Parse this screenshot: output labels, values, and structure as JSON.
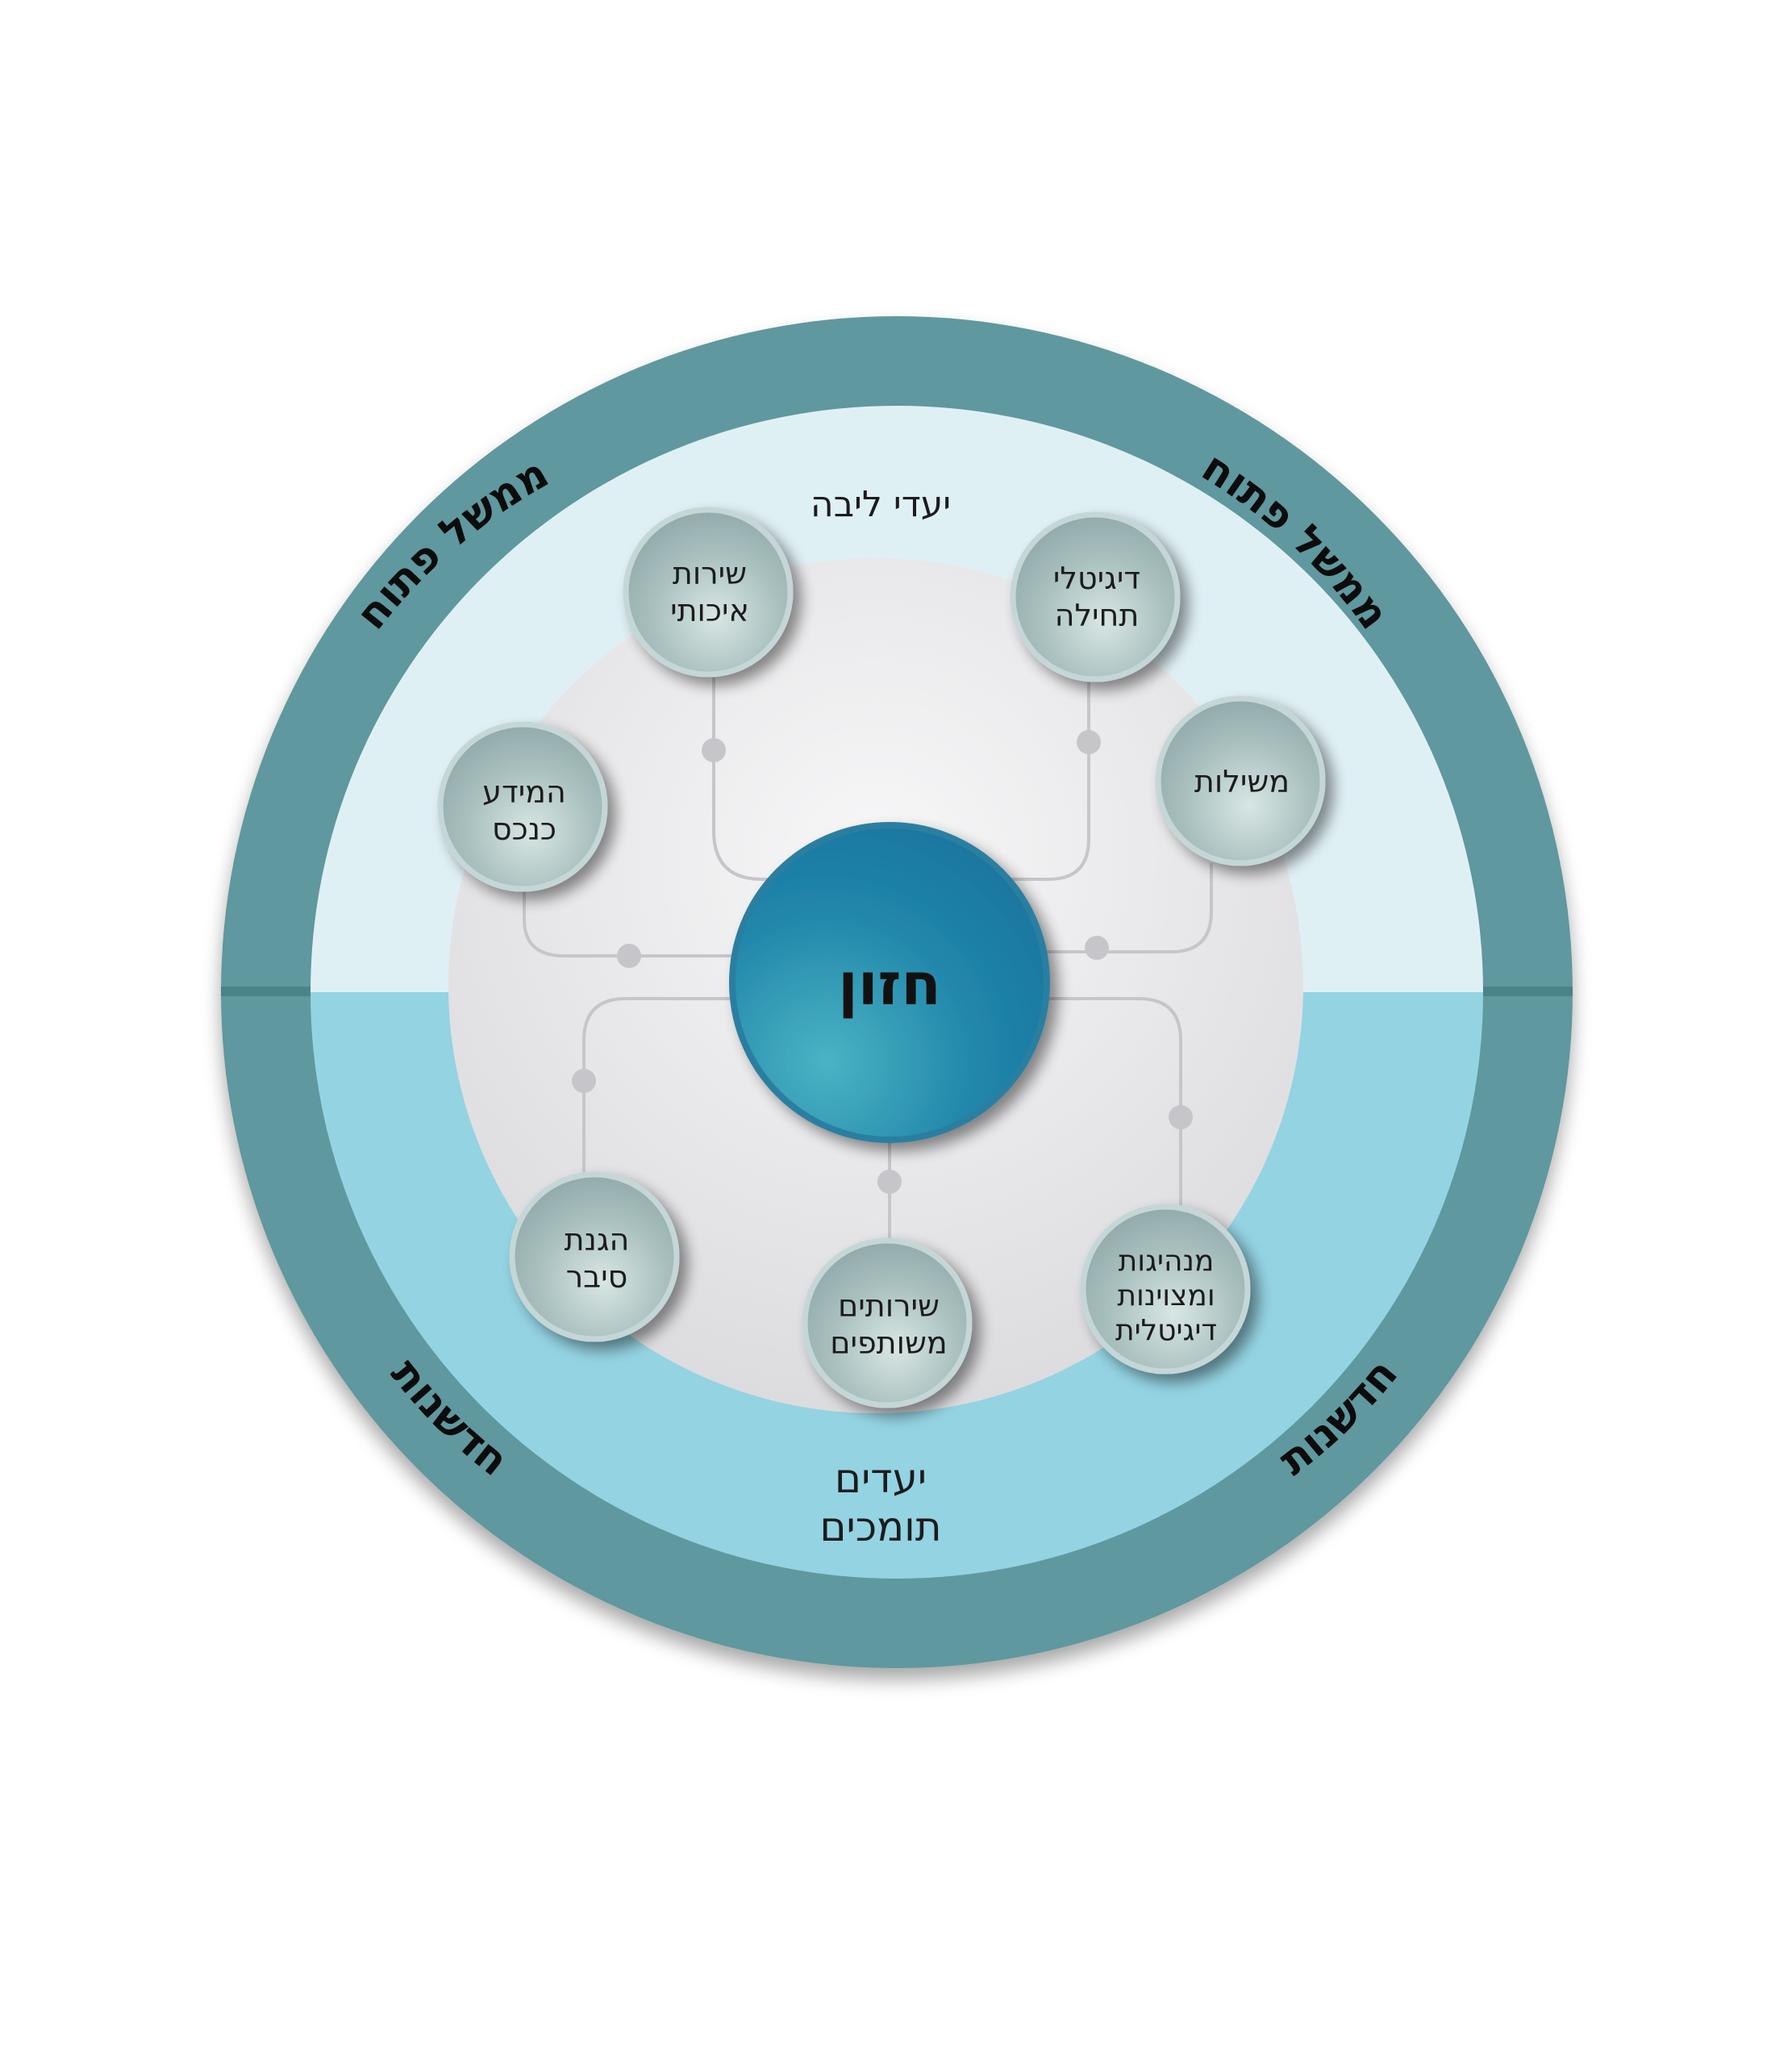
{
  "center": {
    "label": "חזון"
  },
  "ring_labels": {
    "top_left": "ממשל פתוח",
    "top_right": "ממשל פתוח",
    "bottom_left": "חדשנות",
    "bottom_right": "חדשנות"
  },
  "zones": {
    "core_goals": "יעדי ליבה",
    "supporting_goals_line1": "יעדים",
    "supporting_goals_line2": "תומכים"
  },
  "nodes": {
    "quality_service": {
      "line1": "שירות",
      "line2": "איכותי"
    },
    "digital_first": {
      "line1": "דיגיטלי",
      "line2": "תחילה"
    },
    "governance": {
      "line1": "משילות"
    },
    "information_gathering": {
      "line1": "המידע",
      "line2": "כנכס"
    },
    "cyber_defense": {
      "line1": "הגנת",
      "line2": "סיבר"
    },
    "shared_services": {
      "line1": "שירותים",
      "line2": "משותפים"
    },
    "digital_leadership": {
      "line1": "מנהיגות",
      "line2": "ומצוינות",
      "line3": "דיגיטלית"
    }
  },
  "colors": {
    "outer_ring": "#5f989e",
    "upper_band": "#dff0f5",
    "lower_band": "#94d3e2",
    "inner_disc": "#e8e8ea",
    "center_circle": "#2183a8",
    "node": "#a9bfbe",
    "connector": "#c6c6ca"
  }
}
